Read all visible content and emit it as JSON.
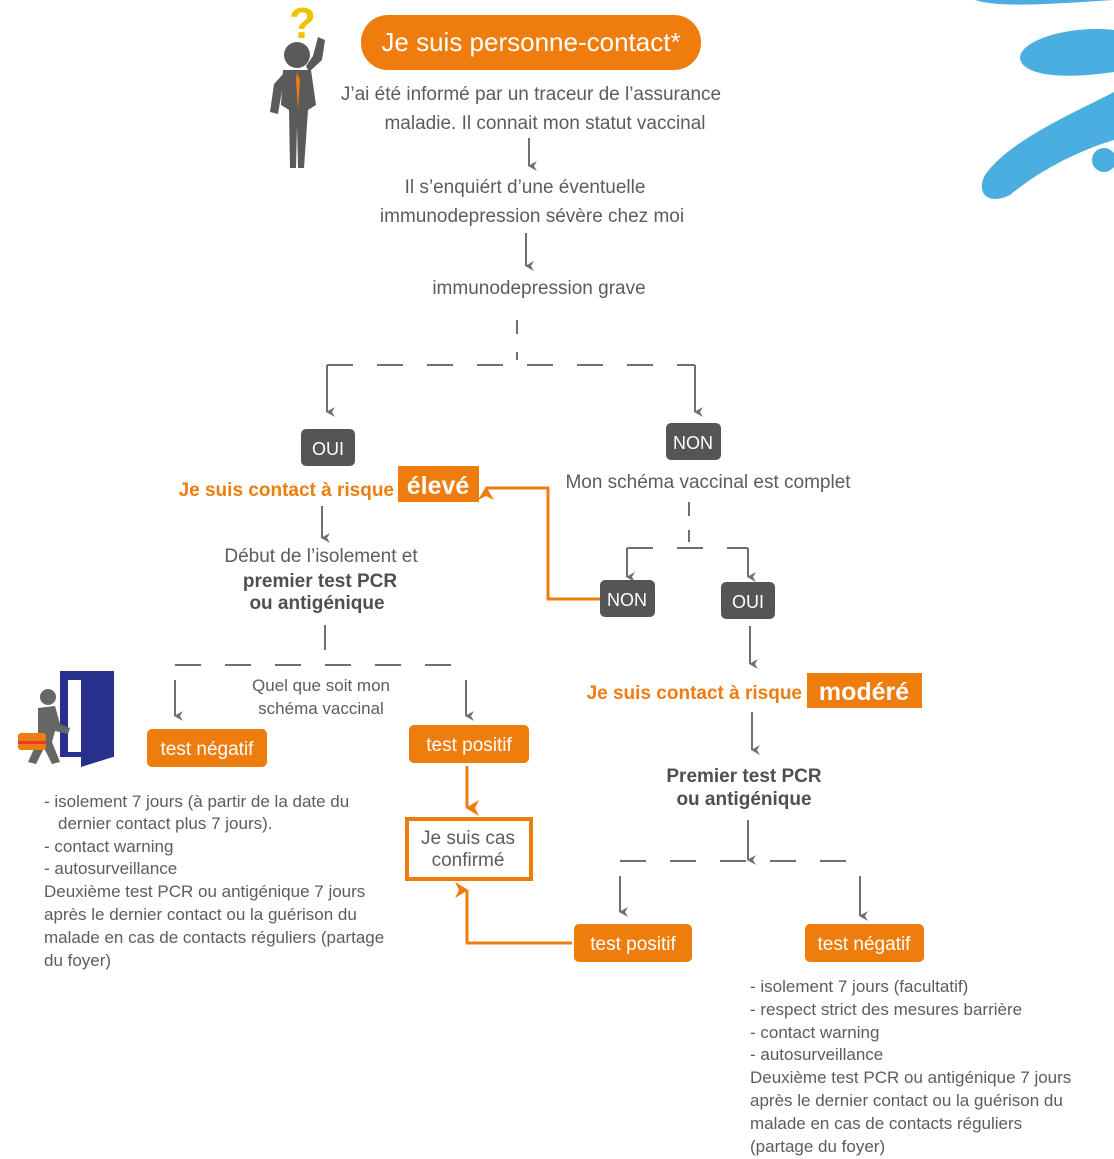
{
  "title": "Je suis personne-contact*",
  "step1": [
    "J’ai été informé par un traceur de l’assurance",
    "maladie. Il connait mon statut vaccinal"
  ],
  "step2": [
    "Il s’enquiért d’une éventuelle",
    "immunodepression sévère chez moi"
  ],
  "step3": "immunodepression grave",
  "oui": "OUI",
  "non": "NON",
  "high_risk": {
    "prefix": "Je suis contact à risque",
    "level": "élevé"
  },
  "schema": "Mon schéma vaccinal est complet",
  "isolation_start": [
    "Début de l’isolement et",
    "premier test PCR",
    "ou antigénique"
  ],
  "any_schema": [
    "Quel que soit mon",
    "schéma vaccinal"
  ],
  "test_negatif": "test négatif",
  "test_positif": "test positif",
  "confirmed": [
    "Je suis cas",
    "confirmé"
  ],
  "moderate_risk": {
    "prefix": "Je suis contact à risque",
    "level": "modéré"
  },
  "first_test": [
    "Premier test PCR",
    "ou antigénique"
  ],
  "left_notes": [
    "- isolement 7 jours (à partir de la date du",
    "  dernier contact plus 7 jours).",
    "- contact warning",
    "- autosurveillance",
    "Deuxième test PCR ou antigénique 7 jours",
    "après le dernier contact ou la guérison du",
    "malade en cas de contacts réguliers (partage",
    "du foyer)"
  ],
  "right_notes": [
    "- isolement 7 jours (facultatif)",
    "- respect strict des mesures barrière",
    "- contact warning",
    "- autosurveillance",
    "Deuxième test PCR ou antigénique 7 jours",
    "après le dernier contact ou la guérison du",
    "malade en cas de contacts réguliers",
    "(partage du foyer)"
  ],
  "icons": [
    "person-question-icon",
    "exit-door-icon",
    "splash-decoration"
  ],
  "colors": {
    "orange": "#ee7d0e",
    "dark_grey": "#555555",
    "text_grey": "#5c5c5c",
    "blue": "#4aaee0",
    "navy": "#27318b"
  }
}
